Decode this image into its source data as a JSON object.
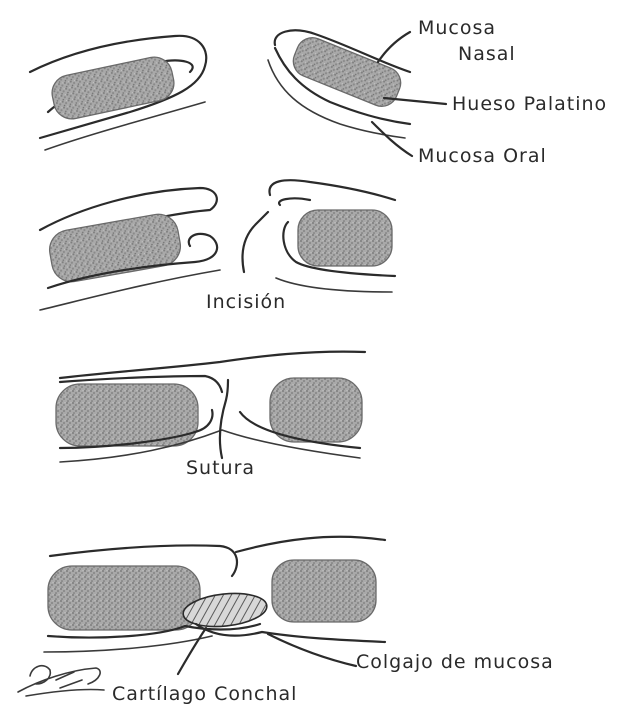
{
  "labels": {
    "mucosa_nasal_1": "Mucosa",
    "mucosa_nasal_2": "Nasal",
    "hueso_palatino": "Hueso Palatino",
    "mucosa_oral": "Mucosa Oral",
    "incision": "Incisión",
    "sutura": "Sutura",
    "colgajo": "Colgajo de mucosa",
    "cartilago": "Cartílago Conchal"
  },
  "colors": {
    "ink": "#2b2b2b",
    "bone_fill": "#8f8f8f",
    "background": "#ffffff"
  }
}
